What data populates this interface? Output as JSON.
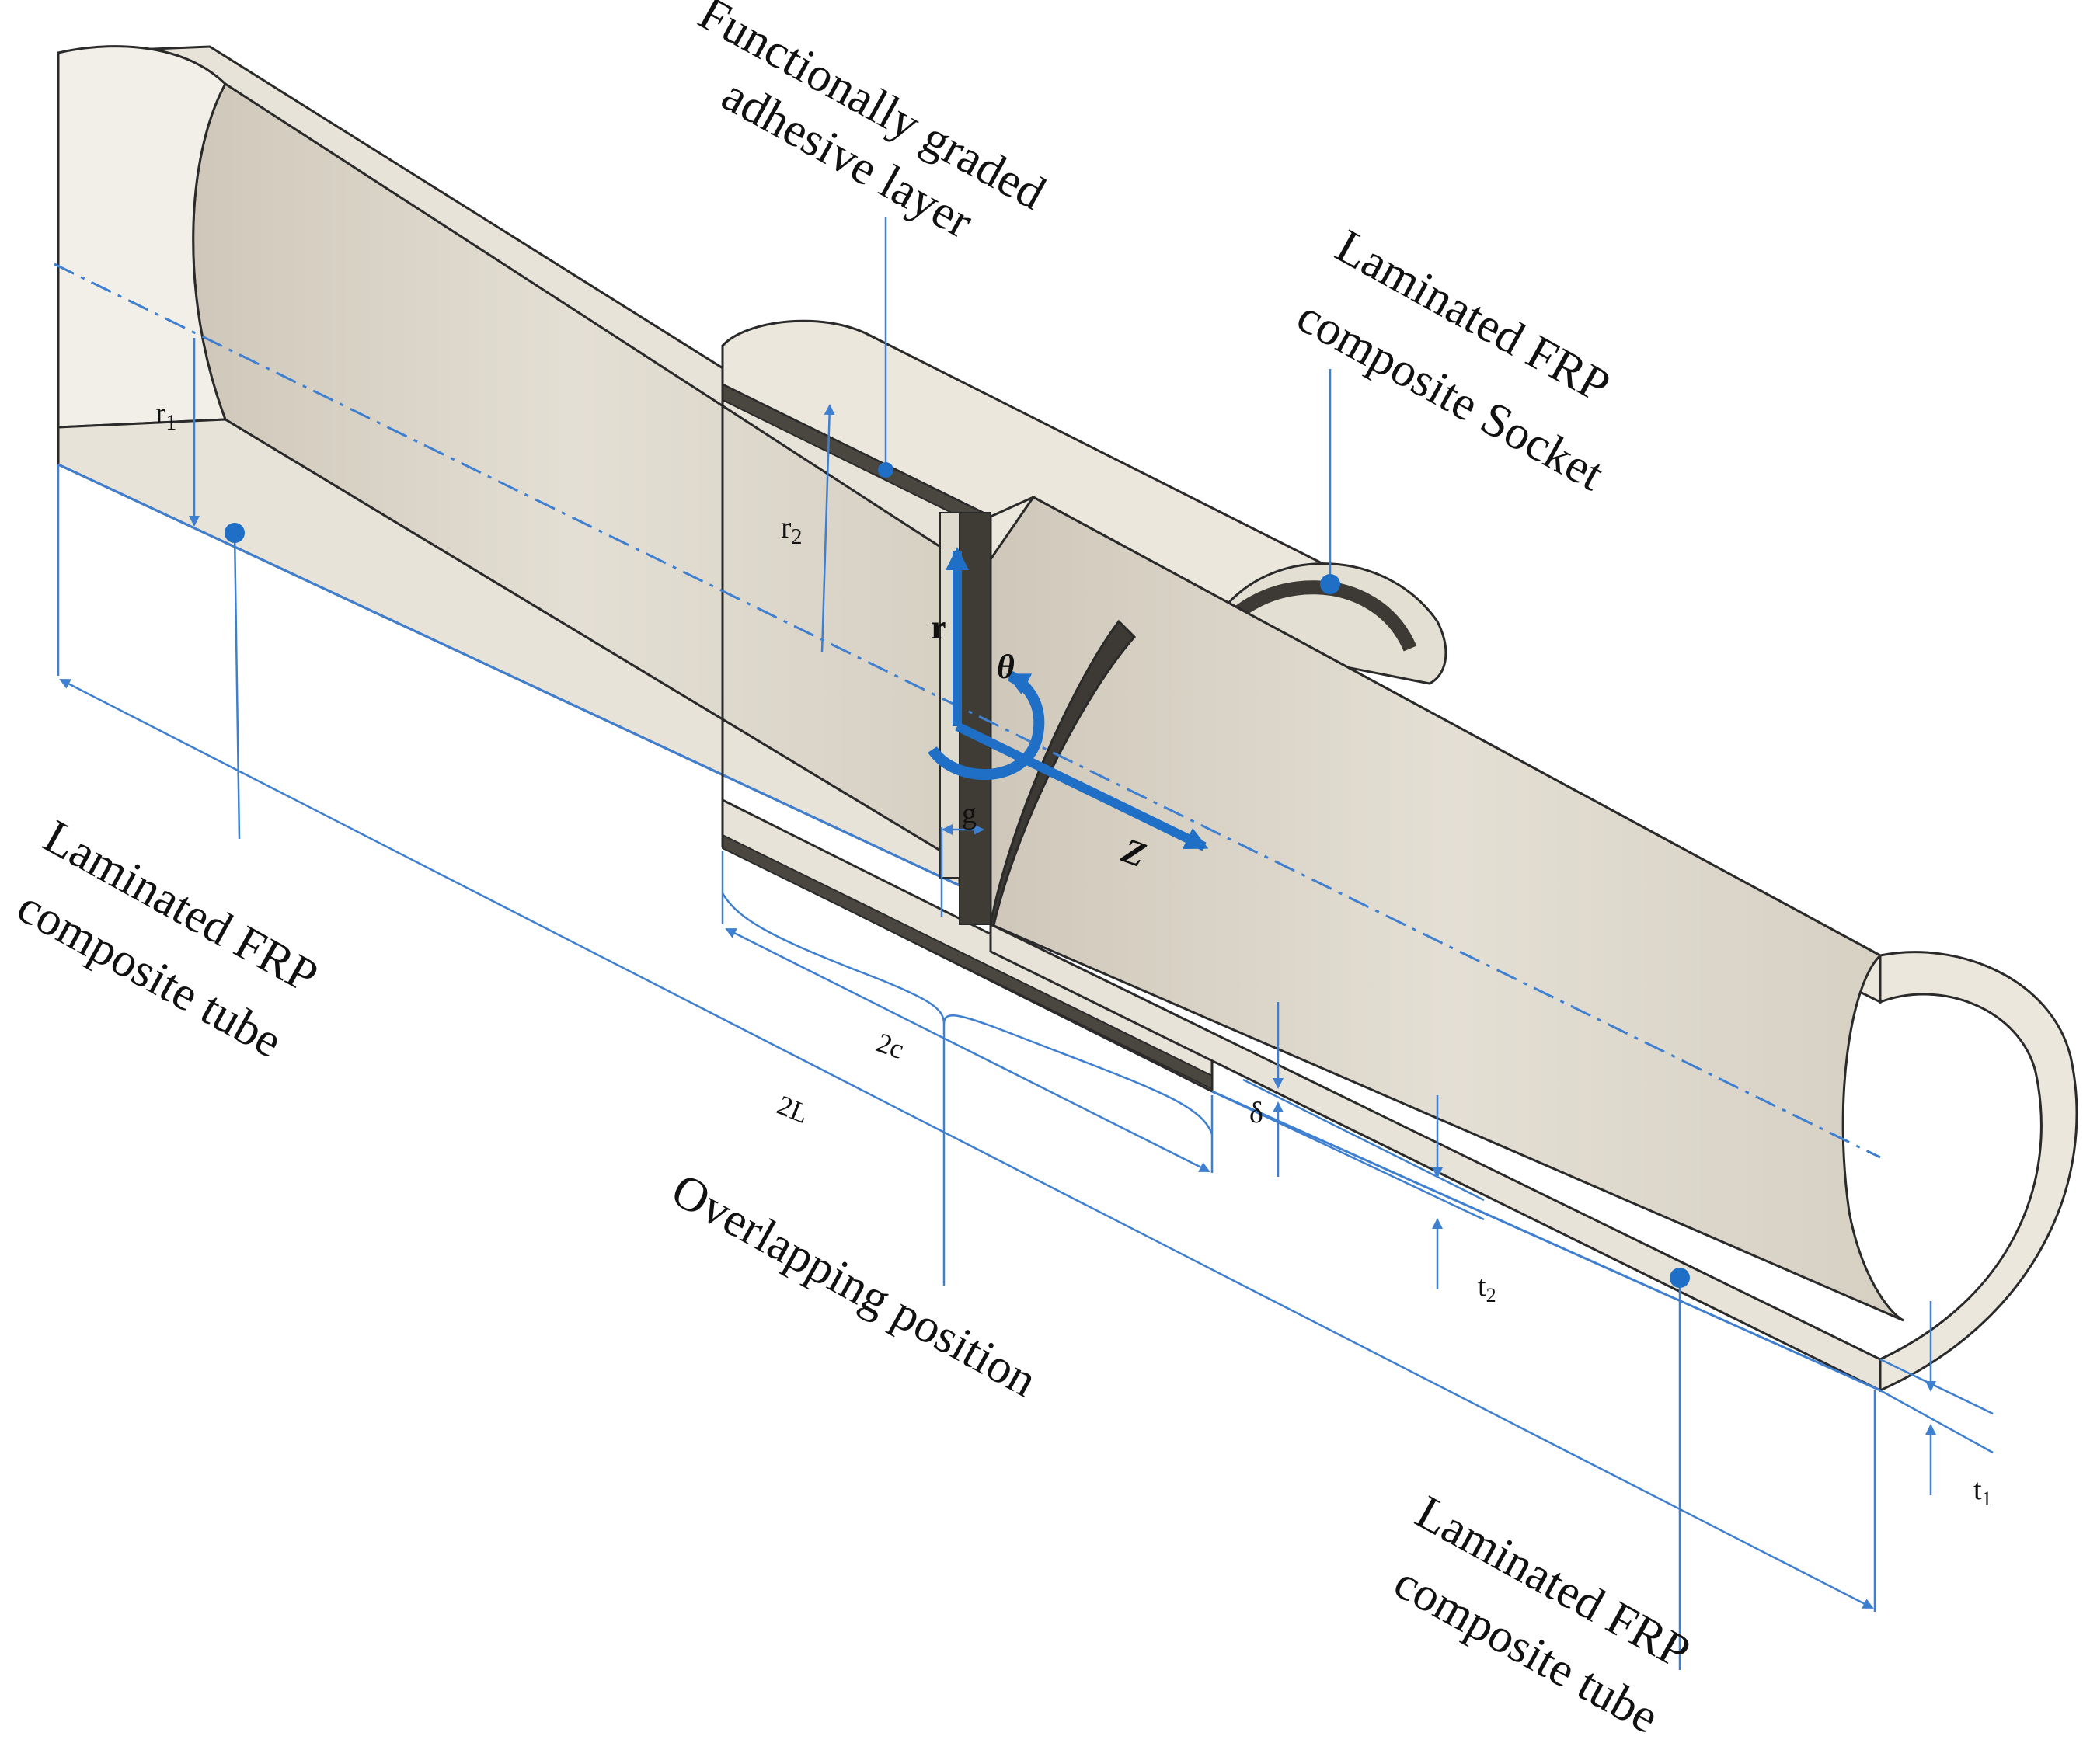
{
  "labels": {
    "adhesive_line1": "Functionally graded",
    "adhesive_line2": "adhesive layer",
    "socket_line1": "Laminated FRP",
    "socket_line2": "composite Socket",
    "tube_left_line1": "Laminated FRP",
    "tube_left_line2": "composite tube",
    "tube_right_line1": "Laminated FRP",
    "tube_right_line2": "composite tube",
    "overlap": "Overlapping position"
  },
  "dimensions": {
    "r1": "r",
    "r1_sub": "1",
    "r2": "r",
    "r2_sub": "2",
    "two_c": "2c",
    "two_L": "2L",
    "g": "g",
    "delta": "δ",
    "t2": "t",
    "t2_sub": "2",
    "t1": "t",
    "t1_sub": "1"
  },
  "axes": {
    "r": "r",
    "theta": "θ",
    "z": "Z"
  },
  "colors": {
    "tube_face": "#e6e1d6",
    "tube_top": "#ddd6c8",
    "tube_inner": "#d3ccbf",
    "tube_edge": "#2a2a2a",
    "adhesive": "#4a4640",
    "annotation": "#3f7fd0",
    "axis_arrow": "#1f6fc6"
  }
}
